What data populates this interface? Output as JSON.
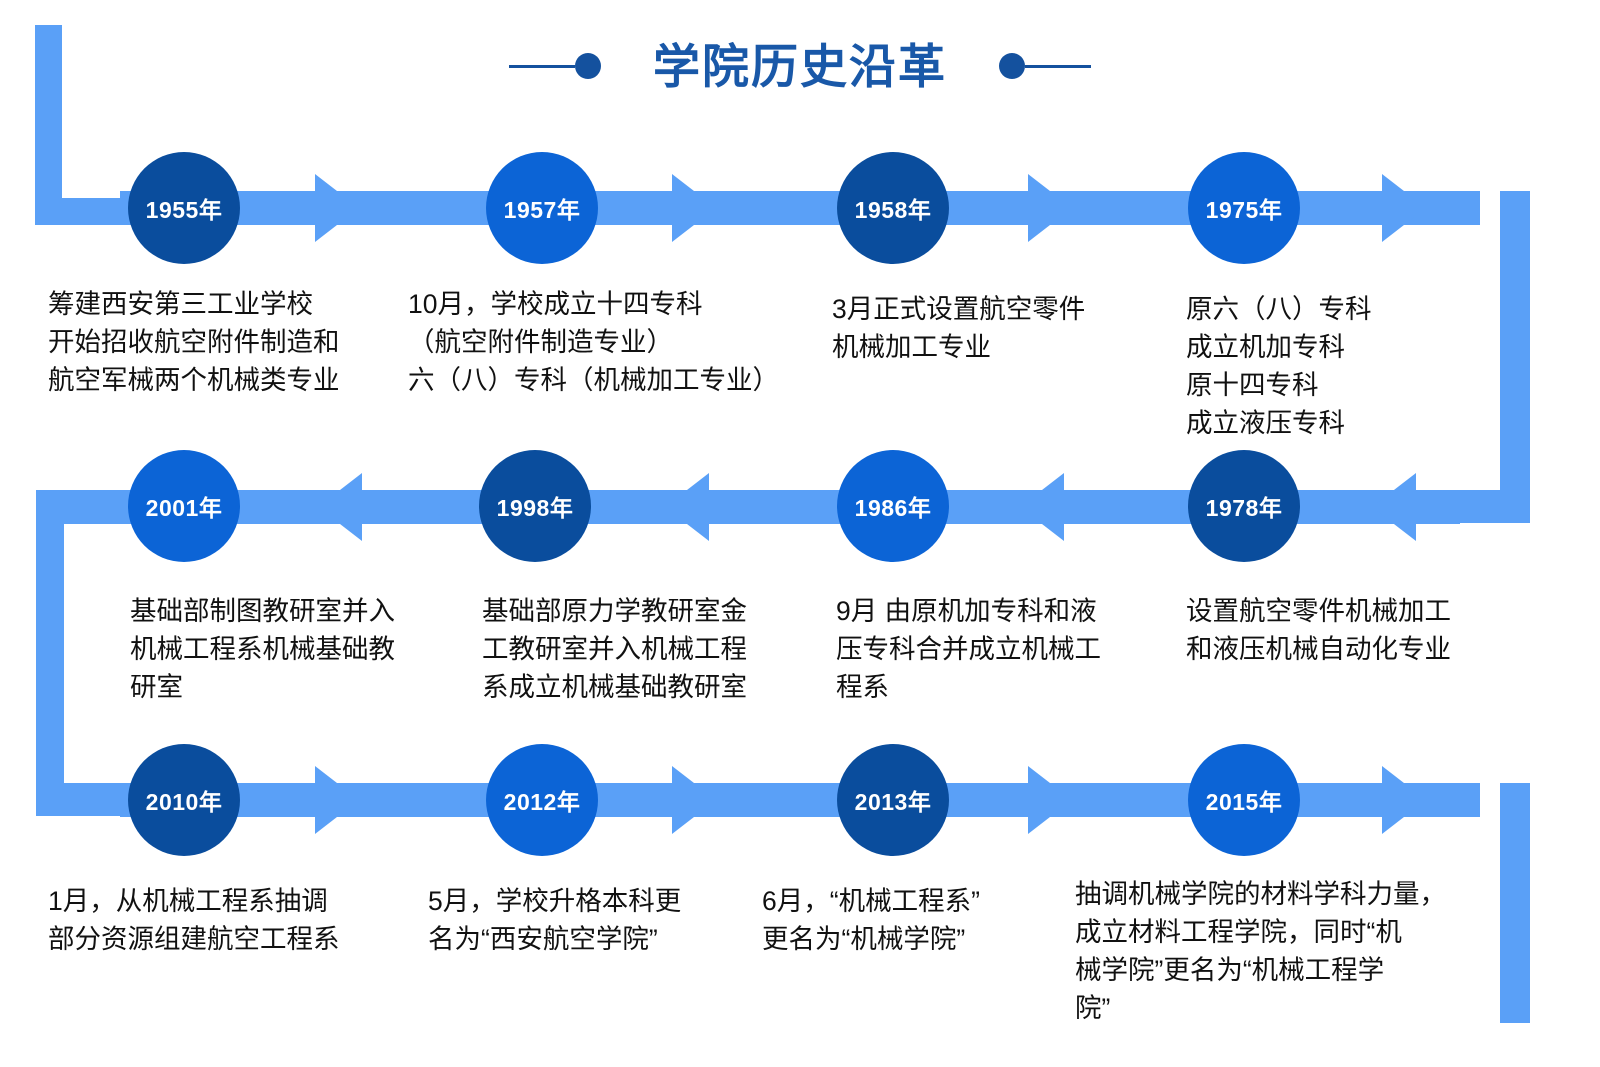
{
  "header": {
    "title": "学院历史沿革",
    "accent_color": "#1958A8",
    "left_rule_icon": "horizontal-rule",
    "left_dot_icon": "bullet-dot",
    "right_dot_icon": "bullet-dot",
    "right_rule_icon": "horizontal-rule"
  },
  "theme": {
    "flow_color": "#5AA0F7",
    "node_dark": "#0A4D9D",
    "node_light": "#0C64D6",
    "text_color": "#111111",
    "background": "#FFFFFF"
  },
  "timeline": {
    "rows": [
      {
        "direction": "right"
      },
      {
        "direction": "left"
      },
      {
        "direction": "right"
      }
    ],
    "events": [
      {
        "year": "1955年",
        "tone": "dark",
        "row": 1,
        "col": 1,
        "description": "筹建西安第三工业学校\n开始招收航空附件制造和\n航空军械两个机械类专业"
      },
      {
        "year": "1957年",
        "tone": "light",
        "row": 1,
        "col": 2,
        "description": "10月，学校成立十四专科\n（航空附件制造专业）\n六（八）专科（机械加工专业）"
      },
      {
        "year": "1958年",
        "tone": "dark",
        "row": 1,
        "col": 3,
        "description": "3月正式设置航空零件\n机械加工专业"
      },
      {
        "year": "1975年",
        "tone": "light",
        "row": 1,
        "col": 4,
        "description": "原六（八）专科\n成立机加专科\n原十四专科\n成立液压专科"
      },
      {
        "year": "2001年",
        "tone": "light",
        "row": 2,
        "col": 1,
        "description": "基础部制图教研室并入\n机械工程系机械基础教\n研室"
      },
      {
        "year": "1998年",
        "tone": "dark",
        "row": 2,
        "col": 2,
        "description": "基础部原力学教研室金\n工教研室并入机械工程\n系成立机械基础教研室"
      },
      {
        "year": "1986年",
        "tone": "light",
        "row": 2,
        "col": 3,
        "description": "9月  由原机加专科和液\n压专科合并成立机械工\n程系"
      },
      {
        "year": "1978年",
        "tone": "dark",
        "row": 2,
        "col": 4,
        "description": "设置航空零件机械加工\n和液压机械自动化专业"
      },
      {
        "year": "2010年",
        "tone": "dark",
        "row": 3,
        "col": 1,
        "description": "1月，从机械工程系抽调\n部分资源组建航空工程系"
      },
      {
        "year": "2012年",
        "tone": "light",
        "row": 3,
        "col": 2,
        "description": "5月，学校升格本科更\n名为“西安航空学院”"
      },
      {
        "year": "2013年",
        "tone": "dark",
        "row": 3,
        "col": 3,
        "description": "6月，“机械工程系”\n更名为“机械学院”"
      },
      {
        "year": "2015年",
        "tone": "light",
        "row": 3,
        "col": 4,
        "description": "抽调机械学院的材料学科力量，\n成立材料工程学院，同时“机\n械学院”更名为“机械工程学\n院”"
      }
    ]
  }
}
